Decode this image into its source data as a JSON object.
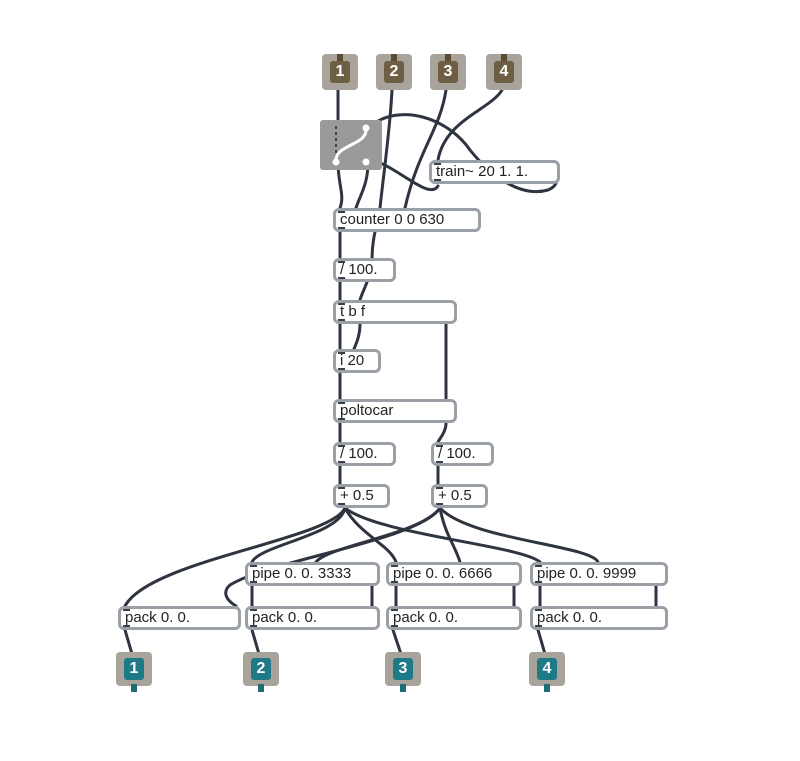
{
  "inlets": [
    {
      "label": "1"
    },
    {
      "label": "2"
    },
    {
      "label": "3"
    },
    {
      "label": "4"
    }
  ],
  "outlets": [
    {
      "label": "1"
    },
    {
      "label": "2"
    },
    {
      "label": "3"
    },
    {
      "label": "4"
    }
  ],
  "objects": {
    "train": "train~ 20 1. 1.",
    "counter": "counter 0 0 630",
    "div100_top": "/ 100.",
    "tbf": "t b f",
    "i20": "i 20",
    "poltocar": "poltocar",
    "div100_left": "/ 100.",
    "div100_right": "/ 100.",
    "plus_left": "+ 0.5",
    "plus_right": "+ 0.5",
    "pipe1": "pipe 0. 0. 3333",
    "pipe2": "pipe 0. 0. 6666",
    "pipe3": "pipe 0. 0. 9999",
    "pack1": "pack 0. 0.",
    "pack2": "pack 0. 0.",
    "pack3": "pack 0. 0.",
    "pack4": "pack 0. 0."
  },
  "colors": {
    "cable": "#2f3540",
    "inlet_num": "#6e5f44",
    "outlet_num": "#1e7a86",
    "box_border": "#9aa0a6"
  }
}
